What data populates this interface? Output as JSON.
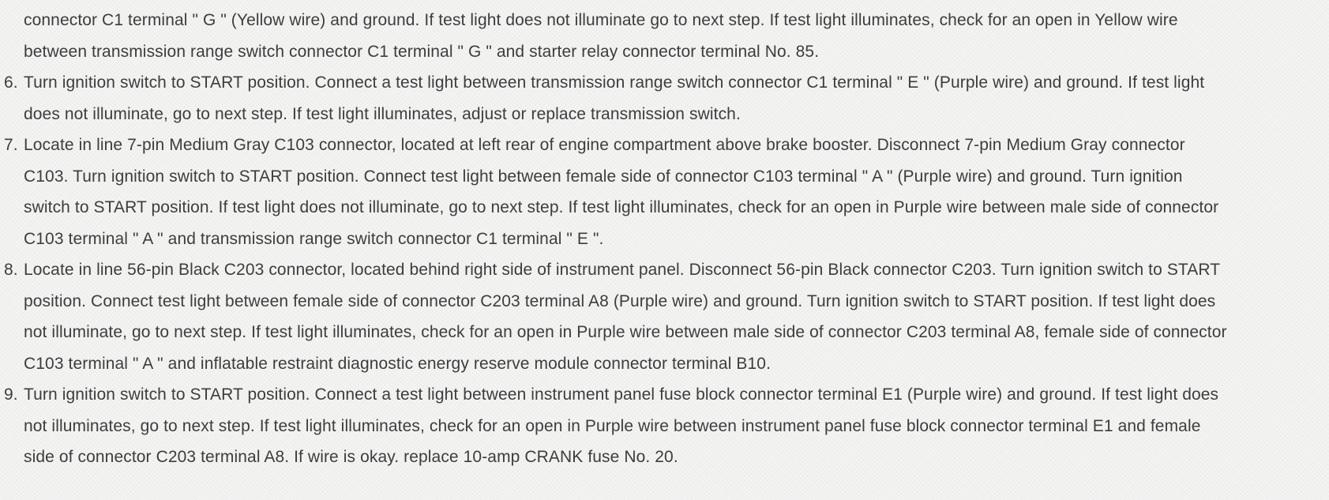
{
  "page": {
    "continuation_text": "connector C1 terminal \" G \" (Yellow wire) and ground. If test light does not illuminate go to next step. If test light illuminates, check for an open in Yellow wire between transmission range switch connector C1 terminal \" G \" and starter relay connector terminal No. 85.",
    "steps": [
      {
        "number": "6.",
        "text": "Turn ignition switch to START position. Connect a test light between transmission range switch connector C1 terminal \" E \" (Purple wire) and ground. If test light does not illuminate, go to next step. If test light illuminates, adjust or replace transmission switch."
      },
      {
        "number": "7.",
        "text": "Locate in line 7-pin Medium Gray C103 connector, located at left rear of engine compartment above brake booster. Disconnect 7-pin Medium Gray connector C103. Turn ignition switch to START position. Connect test light between female side of connector C103 terminal \" A \" (Purple wire) and ground. Turn ignition switch to START position. If test light does not illuminate, go to next step. If test light illuminates, check for an open in Purple wire between male side of connector C103 terminal \" A \" and transmission range switch connector C1 terminal \" E \"."
      },
      {
        "number": "8.",
        "text": "Locate in line 56-pin Black C203 connector, located behind right side of instrument panel. Disconnect 56-pin Black connector C203. Turn ignition switch to START position. Connect test light between female side of connector C203 terminal A8 (Purple wire) and ground. Turn ignition switch to START position. If test light does not illuminate, go to next step. If test light illuminates, check for an open in Purple wire between male side of connector C203 terminal A8, female side of connector C103 terminal \" A \" and inflatable restraint diagnostic energy reserve module connector terminal B10."
      },
      {
        "number": "9.",
        "text": "Turn ignition switch to START position. Connect a test light between instrument panel fuse block connector terminal E1 (Purple wire) and ground. If test light does not illuminates, go to next step. If test light illuminates, check for an open in Purple wire between instrument panel fuse block connector terminal E1 and female side of connector C203 terminal A8. If wire is okay. replace 10-amp CRANK fuse No. 20."
      }
    ]
  },
  "colors": {
    "text": "#3d3d3d",
    "background": "#f4f4f3"
  }
}
